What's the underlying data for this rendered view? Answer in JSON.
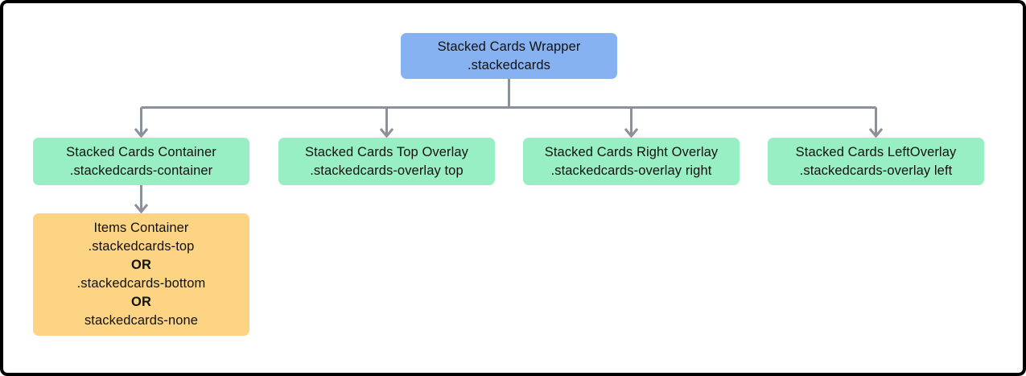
{
  "diagram": {
    "type": "flowchart",
    "background_color": "#ffffff",
    "frame_color": "#000000",
    "edge_color": "#8a9199",
    "nodes": [
      {
        "id": "root",
        "role": "wrapper",
        "color": "#86b2f1",
        "lines": [
          {
            "text": "Stacked Cards Wrapper",
            "bold": false
          },
          {
            "text": ".stackedcards",
            "bold": false
          }
        ]
      },
      {
        "id": "container",
        "role": "container",
        "color": "#99efc4",
        "lines": [
          {
            "text": "Stacked Cards Container",
            "bold": false
          },
          {
            "text": ".stackedcards-container",
            "bold": false
          }
        ]
      },
      {
        "id": "overlay-top",
        "role": "overlay",
        "color": "#99efc4",
        "lines": [
          {
            "text": "Stacked Cards Top Overlay",
            "bold": false
          },
          {
            "text": ".stackedcards-overlay top",
            "bold": false
          }
        ]
      },
      {
        "id": "overlay-right",
        "role": "overlay",
        "color": "#99efc4",
        "lines": [
          {
            "text": "Stacked Cards Right Overlay",
            "bold": false
          },
          {
            "text": ".stackedcards-overlay right",
            "bold": false
          }
        ]
      },
      {
        "id": "overlay-left",
        "role": "overlay",
        "color": "#99efc4",
        "lines": [
          {
            "text": "Stacked Cards LeftOverlay",
            "bold": false
          },
          {
            "text": ".stackedcards-overlay left",
            "bold": false
          }
        ]
      },
      {
        "id": "items",
        "role": "items-container",
        "color": "#fdd483",
        "lines": [
          {
            "text": "Items Container",
            "bold": false
          },
          {
            "text": ".stackedcards-top",
            "bold": false
          },
          {
            "text": "OR",
            "bold": true
          },
          {
            "text": ".stackedcards-bottom",
            "bold": false
          },
          {
            "text": "OR",
            "bold": true
          },
          {
            "text": "stackedcards-none",
            "bold": false
          }
        ]
      }
    ],
    "edges": [
      {
        "from": "root",
        "to": "container"
      },
      {
        "from": "root",
        "to": "overlay-top"
      },
      {
        "from": "root",
        "to": "overlay-right"
      },
      {
        "from": "root",
        "to": "overlay-left"
      },
      {
        "from": "container",
        "to": "items"
      }
    ],
    "text": {
      "root_line1": "Stacked Cards Wrapper",
      "root_line2": ".stackedcards",
      "container_line1": "Stacked Cards Container",
      "container_line2": ".stackedcards-container",
      "top_line1": "Stacked Cards Top Overlay",
      "top_line2": ".stackedcards-overlay top",
      "right_line1": "Stacked Cards Right Overlay",
      "right_line2": ".stackedcards-overlay right",
      "left_line1": "Stacked Cards LeftOverlay",
      "left_line2": ".stackedcards-overlay left",
      "items_line1": "Items Container",
      "items_line2": ".stackedcards-top",
      "items_line3": "OR",
      "items_line4": ".stackedcards-bottom",
      "items_line5": "OR",
      "items_line6": "stackedcards-none"
    }
  }
}
